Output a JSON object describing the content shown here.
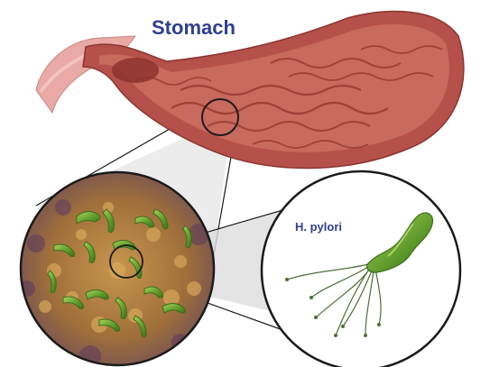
{
  "labels": {
    "stomach": "Stomach",
    "bacterium": "H. pylori"
  },
  "caption": "",
  "colors": {
    "stomach_outer": "#b5514a",
    "stomach_lining": "#c96a5e",
    "stomach_fold": "#a13f3a",
    "esophagus": "#e9a9a4",
    "label_text": "#2f3f8f",
    "bacterium_body": "#5d9a2a",
    "bacterium_highlight": "#a9d35c",
    "flagella": "#4f6e36",
    "tissue_base": "#a06f3a",
    "tissue_dark": "#5b3a5e",
    "outline": "#1b1b1b",
    "connector_fill": "#e8e8e8"
  },
  "icons": [
    "stomach-illustration",
    "magnifier-circle",
    "bacteria-colony",
    "h-pylori-bacterium"
  ]
}
